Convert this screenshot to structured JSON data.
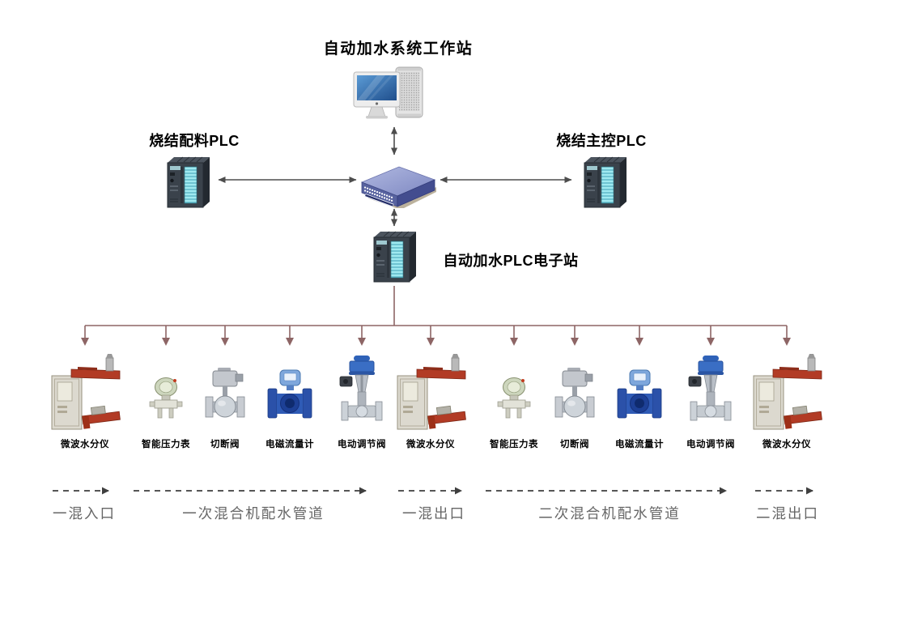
{
  "nodes": {
    "workstation": {
      "label": "自动加水系统工作站",
      "type": "computer-workstation"
    },
    "switch": {
      "type": "ethernet-switch"
    },
    "batching_plc": {
      "label": "烧结配料PLC",
      "type": "plc"
    },
    "master_plc": {
      "label": "烧结主控PLC",
      "type": "plc"
    },
    "water_plc": {
      "label": "自动加水PLC电子站",
      "type": "plc"
    }
  },
  "devices": [
    {
      "type": "microwave-moisture-meter",
      "label": "微波水分仪"
    },
    {
      "type": "smart-pressure-gauge",
      "label": "智能压力表"
    },
    {
      "type": "shutoff-valve",
      "label": "切断阀"
    },
    {
      "type": "electromagnetic-flowmeter",
      "label": "电磁流量计"
    },
    {
      "type": "electric-control-valve",
      "label": "电动调节阀"
    },
    {
      "type": "microwave-moisture-meter",
      "label": "微波水分仪"
    },
    {
      "type": "smart-pressure-gauge",
      "label": "智能压力表"
    },
    {
      "type": "shutoff-valve",
      "label": "切断阀"
    },
    {
      "type": "electromagnetic-flowmeter",
      "label": "电磁流量计"
    },
    {
      "type": "electric-control-valve",
      "label": "电动调节阀"
    },
    {
      "type": "microwave-moisture-meter",
      "label": "微波水分仪"
    }
  ],
  "zones": [
    {
      "label": "一混入口"
    },
    {
      "label": "一次混合机配水管道"
    },
    {
      "label": "一混出口"
    },
    {
      "label": "二次混合机配水管道"
    },
    {
      "label": "二混出口"
    }
  ],
  "colors": {
    "bus": "#8d6565",
    "link_arrow": "#4d4d4d",
    "zone_arrow": "#3f3f3f",
    "zone_text": "#666666"
  }
}
